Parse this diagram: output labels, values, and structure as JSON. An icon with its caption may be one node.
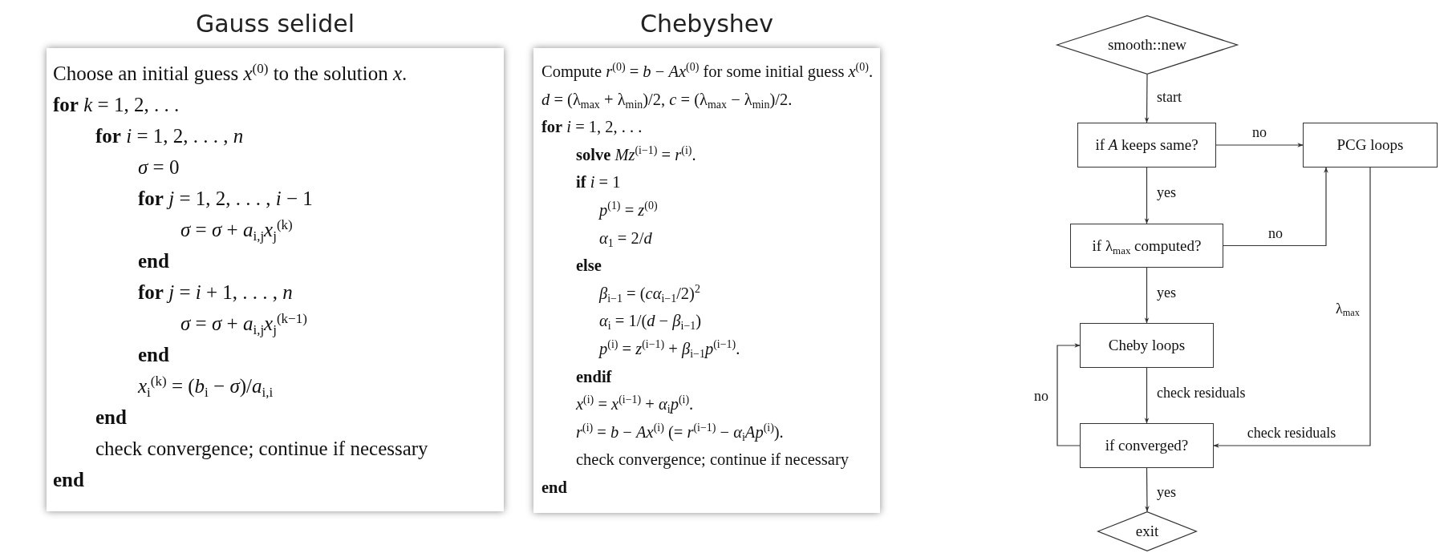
{
  "diagram": {
    "nodes": [
      {
        "text": [
          "Gauss selidel",
          "Choose an initial guess *x*$^{(0)}$ to the solution *x*.",
          "**for**  *k* = 1, 2, . . .",
          "**for**  *i* = 1, 2, . . . , *n*",
          "*σ* = 0",
          "**for**  *j* = 1, 2, . . . , *i* − 1",
          "*σ* = *σ* + *a*$_{i,j}$*x*$_{j}$$^{(k)}$",
          "**end**",
          "**for**  *j* = *i* + 1, . . . , *n*",
          "*σ* = *σ* + *a*$_{i,j}$*x*$_{j}$$^{(k−1)}$",
          "**end**",
          "*x*$_{i}$$^{(k)}$ = (*b*$_{i}$ − *σ*)/*a*$_{i,i}$",
          "**end**",
          "check convergence; continue if necessary",
          "**end**"
        ]
      },
      {
        "text": [
          "Chebyshev",
          "Compute *r*$^{(0)}$ = *b* − *Ax*$^{(0)}$ for some initial guess *x*$^{(0)}$.",
          "*d* = (λ$_{max}$ + λ$_{min}$)/2, *c* = (λ$_{max}$ − λ$_{min}$)/2.",
          "**for**  *i* = 1, 2, . . .",
          "**solve** *Mz*$^{(i−1)}$ = *r*$^{(i)}$.",
          "**if**  *i* = 1",
          "*p*$^{(1)}$ = *z*$^{(0)}$",
          "*α*$_{1}$ = 2/*d*",
          "**else**",
          "*β*$_{i−1}$ = (*cα*$_{i−1}$/2)$^{2}$",
          "*α*$_{i}$ = 1/(*d* − *β*$_{i−1}$)",
          "*p*$^{(i)}$ = *z*$^{(i−1)}$ + *β*$_{i−1}$*p*$^{(i−1)}$.",
          "**endif**",
          "*x*$^{(i)}$ = *x*$^{(i−1)}$ + *α*$_{i}$*p*$^{(i)}$.",
          "*r*$^{(i)}$ = *b* − *Ax*$^{(i)}$   (= *r*$^{(i−1)}$ − *α*$_{i}$*Ap*$^{(i)}$).",
          "check convergence; continue if necessary",
          "**end**"
        ]
      },
      {
        "text": [
          "smooth::new"
        ]
      },
      {
        "text": [
          "if *A* keeps same?"
        ]
      },
      {
        "text": [
          "PCG loops"
        ]
      },
      {
        "text": [
          "if λ$_{max}$ computed?"
        ]
      },
      {
        "text": [
          "Cheby loops"
        ]
      },
      {
        "text": [
          "if converged?"
        ]
      },
      {
        "text": [
          "exit"
        ]
      }
    ],
    "edges": [
      {
        "from": 2,
        "to": 3,
        "arrow": "to",
        "label": "start"
      },
      {
        "from": 3,
        "to": 4,
        "arrow": "to",
        "label": "no"
      },
      {
        "from": 3,
        "to": 5,
        "arrow": "to",
        "label": "yes"
      },
      {
        "from": 5,
        "to": 4,
        "arrow": "to",
        "label": "no"
      },
      {
        "from": 5,
        "to": 6,
        "arrow": "to",
        "label": "yes"
      },
      {
        "from": 6,
        "to": 7,
        "arrow": "to",
        "label": "check residuals"
      },
      {
        "from": 7,
        "to": 6,
        "arrow": "to",
        "label": "no"
      },
      {
        "from": 4,
        "to": 7,
        "arrow": "to",
        "label": "check residuals"
      },
      {
        "from": 7,
        "to": 8,
        "arrow": "to",
        "label": "yes"
      }
    ],
    "labels": [
      "λ$_{max}$"
    ]
  }
}
